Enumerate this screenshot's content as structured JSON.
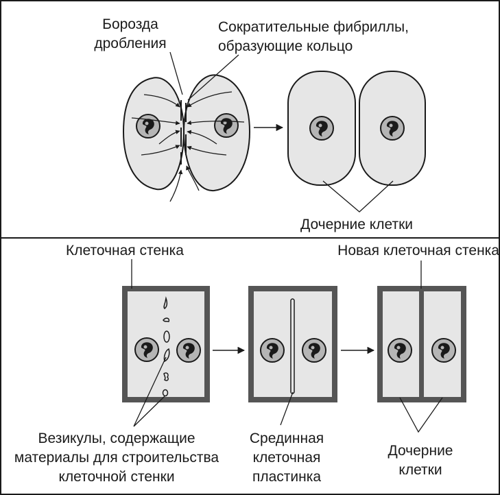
{
  "animal": {
    "furrow_label_line1": "Борозда",
    "furrow_label_line2": "дробления",
    "fibrils_label_line1": "Сократительные фибриллы,",
    "fibrils_label_line2": "образующие кольцо",
    "daughter_label": "Дочерние клетки"
  },
  "plant": {
    "wall_label": "Клеточная стенка",
    "new_wall_label": "Новая клеточная стенка",
    "vesicles_label_line1": "Везикулы, содержащие",
    "vesicles_label_line2": "материалы для строительства",
    "vesicles_label_line3": "клеточной стенки",
    "plate_label_line1": "Срединная",
    "plate_label_line2": "клеточная",
    "plate_label_line3": "пластинка",
    "daughter_label_line1": "Дочерние",
    "daughter_label_line2": "клетки"
  },
  "colors": {
    "cell_fill": "#e6e6e6",
    "cell_wall": "#555555",
    "stroke": "#1a1a1a",
    "nucleus_fill": "#b5b5b5"
  }
}
